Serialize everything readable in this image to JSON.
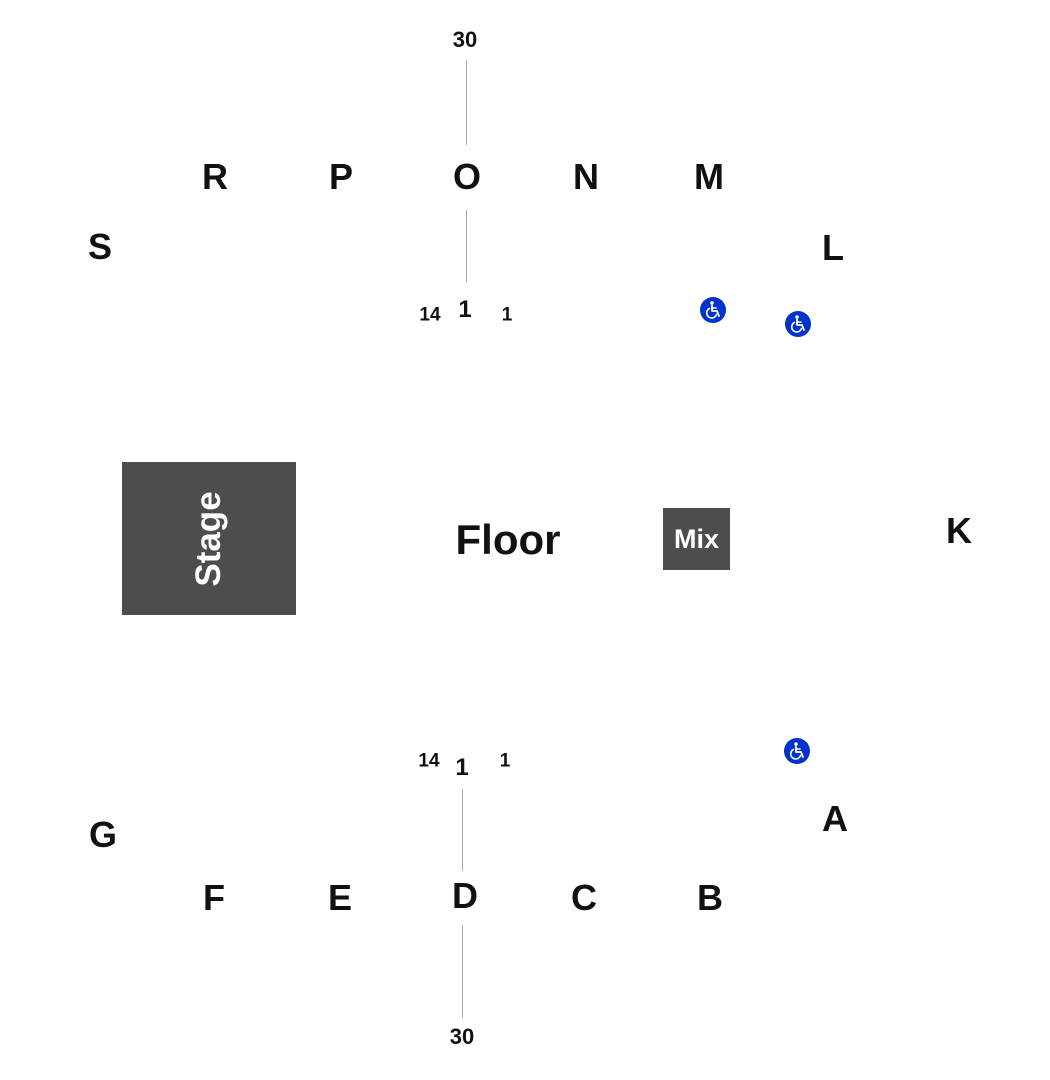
{
  "map": {
    "stage_label": "Stage",
    "floor_label": "Floor",
    "mix_label": "Mix",
    "accent_color": "#0033cc",
    "block_color": "#4d4d4d",
    "accessibility_icon": "wheelchair-icon",
    "upper_sections": [
      "S",
      "R",
      "P",
      "O",
      "N",
      "M",
      "L"
    ],
    "right_sections": [
      "K"
    ],
    "lower_sections": [
      "A",
      "B",
      "C",
      "D",
      "E",
      "F",
      "G"
    ],
    "upper_row_numbers": {
      "top": "30",
      "center": "1",
      "left": "14",
      "right": "1"
    },
    "lower_row_numbers": {
      "bottom": "30",
      "center": "1",
      "left": "14",
      "right": "1"
    }
  }
}
